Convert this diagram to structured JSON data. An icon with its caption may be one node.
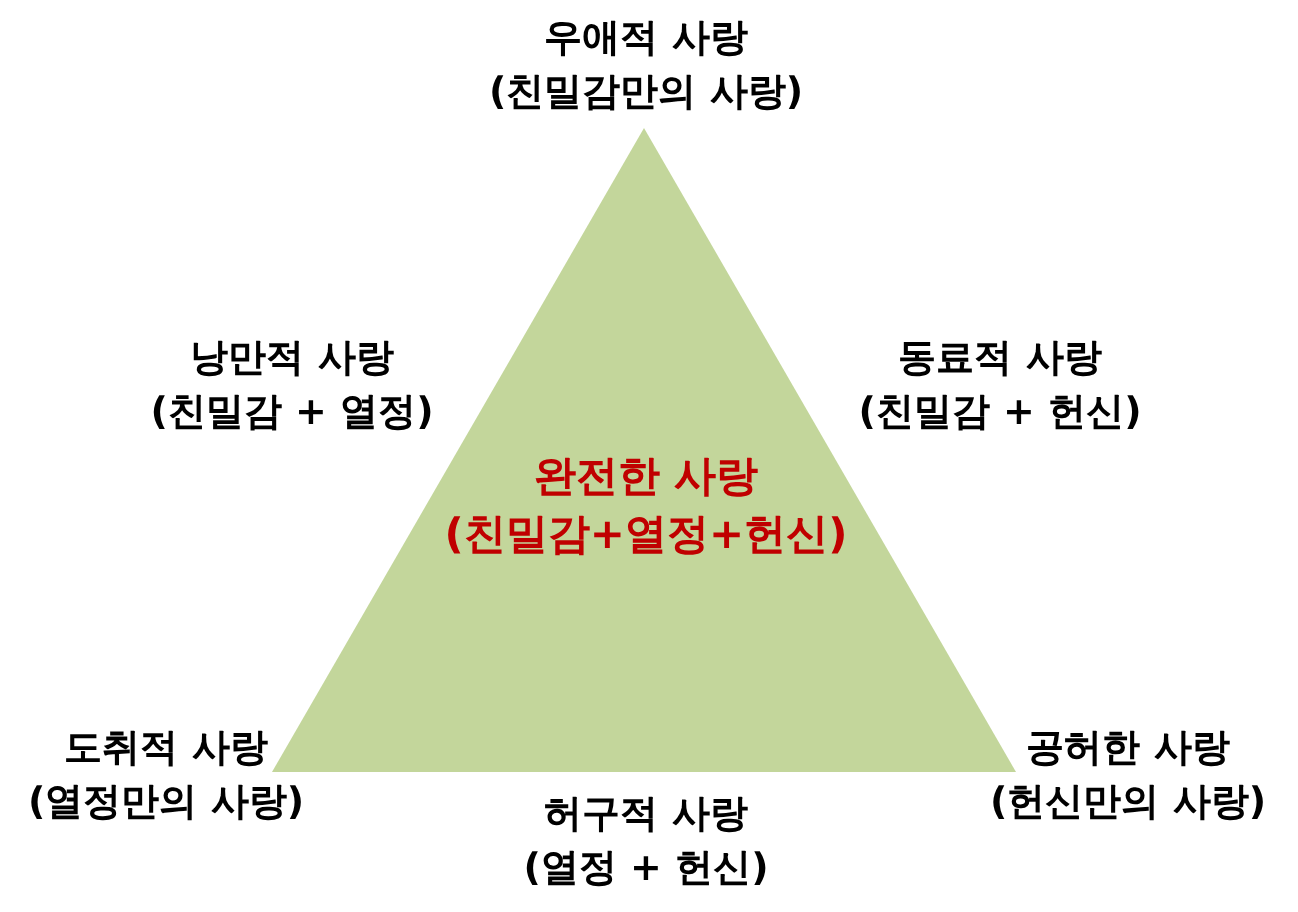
{
  "diagram": {
    "nodes": [
      {
        "text": [
          "완전한 사랑 (친밀감+열정+헌신)"
        ]
      }
    ],
    "labels": [
      "우애적 사랑 (친밀감만의 사랑)",
      "낭만적 사랑 (친밀감 + 열정)",
      "동료적 사랑 (친밀감 + 헌신)",
      "도취적 사랑 (열정만의 사랑)",
      "공허한 사랑 (헌신만의 사랑)",
      "허구적 사랑 (열정 + 헌신)"
    ]
  }
}
